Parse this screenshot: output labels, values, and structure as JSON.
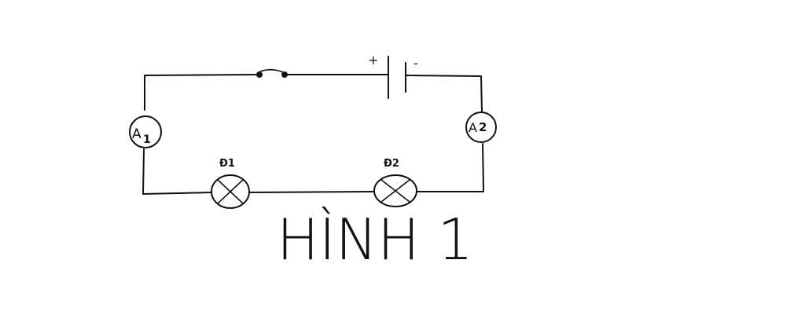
{
  "ammeters": [
    {
      "letter": "A",
      "index": "1"
    },
    {
      "letter": "A",
      "index": "2"
    }
  ],
  "lamps": [
    {
      "label": "Đ1"
    },
    {
      "label": "Đ2"
    }
  ],
  "battery": {
    "plus": "+",
    "minus": "-"
  },
  "caption": "HÌNH 1",
  "colors": {
    "ink": "#111111",
    "background": "#ffffff"
  }
}
